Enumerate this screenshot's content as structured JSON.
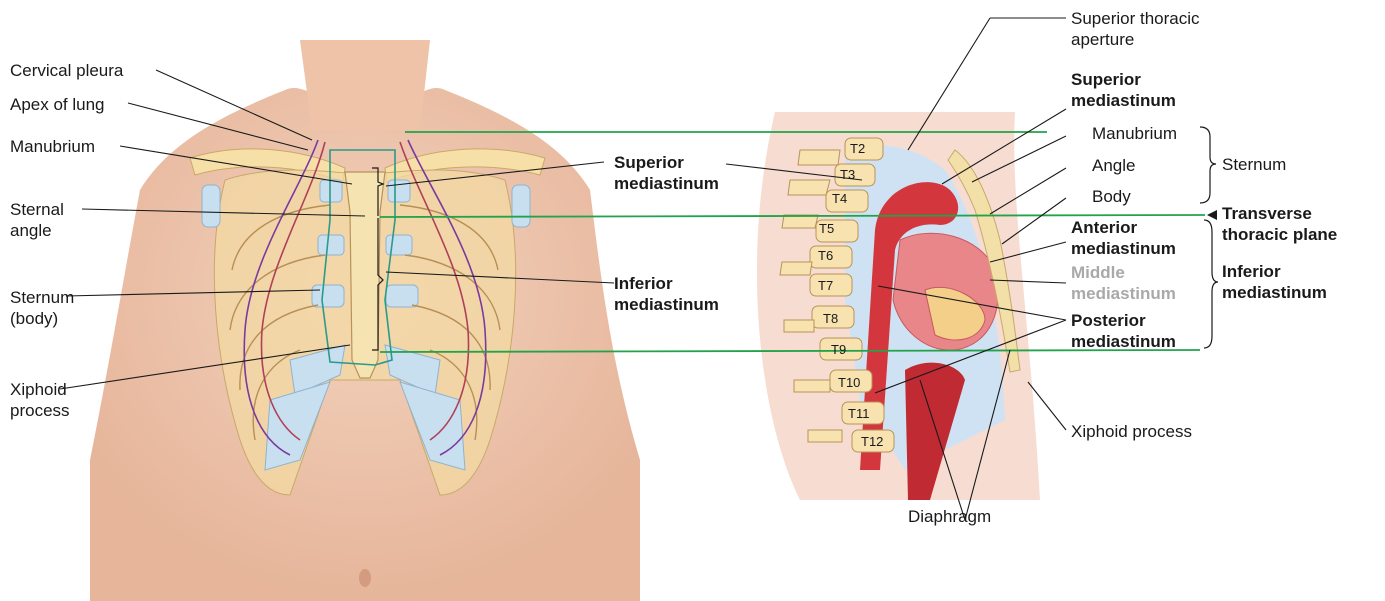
{
  "left_labels": {
    "cervical_pleura": "Cervical pleura",
    "apex_of_lung": "Apex of lung",
    "manubrium": "Manubrium",
    "sternal_angle": [
      "Sternal",
      "angle"
    ],
    "sternum_body": [
      "Sternum",
      "(body)"
    ],
    "xiphoid_process": [
      "Xiphoid",
      "process"
    ]
  },
  "middle_labels": {
    "superior_mediastinum": [
      "Superior",
      "mediastinum"
    ],
    "inferior_mediastinum": [
      "Inferior",
      "mediastinum"
    ]
  },
  "right_labels": {
    "superior_thoracic_aperture": [
      "Superior thoracic",
      "aperture"
    ],
    "superior_mediastinum": [
      "Superior",
      "mediastinum"
    ],
    "manubrium": "Manubrium",
    "angle": "Angle",
    "body": "Body",
    "sternum": "Sternum",
    "transverse_thoracic_plane": [
      "Transverse",
      "thoracic plane"
    ],
    "anterior_mediastinum": [
      "Anterior",
      "mediastinum"
    ],
    "middle_mediastinum": [
      "Middle",
      "mediastinum"
    ],
    "inferior_mediastinum": [
      "Inferior",
      "mediastinum"
    ],
    "posterior_mediastinum": [
      "Posterior",
      "mediastinum"
    ],
    "xiphoid_process": "Xiphoid process",
    "diaphragm": "Diaphragm"
  },
  "vertebrae": [
    "T2",
    "T3",
    "T4",
    "T5",
    "T6",
    "T7",
    "T8",
    "T9",
    "T10",
    "T11",
    "T12"
  ],
  "colors": {
    "plane_line": "#22a34a",
    "aorta": "#d4363e",
    "bone": "#f3d9a3",
    "cartilage": "#c8dff0",
    "middle_mediastinum_text": "#a9a9a9"
  }
}
